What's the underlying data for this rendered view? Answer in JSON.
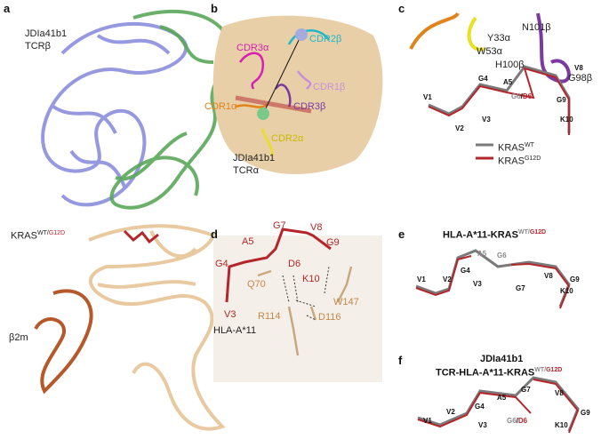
{
  "panels": {
    "a": "a",
    "b": "b",
    "c": "c",
    "d": "d",
    "e": "e",
    "f": "f"
  },
  "a": {
    "tcrb_1": "JDIa41b1",
    "tcrb_2": "TCRβ",
    "tcra_1": "JDIa41b1",
    "tcra_2": "TCRα",
    "kras": "KRAS",
    "kras_wt": "WT",
    "kras_sep": "/",
    "kras_mut": "G12D",
    "b2m": "β2m",
    "hla": "HLA-A*11"
  },
  "b": {
    "cdr2b": "CDR2β",
    "cdr3a": "CDR3α",
    "cdr1b": "CDR1β",
    "cdr1a": "CDR1α",
    "cdr3b": "CDR3β",
    "cdr2a": "CDR2α"
  },
  "c": {
    "y33a": "Y33α",
    "n101b": "N101β",
    "w53a": "W53α",
    "h100b": "H100β",
    "g98b": "G98β",
    "v8": "V8",
    "g4": "G4",
    "a5": "A5",
    "g6": "G6",
    "d6": "D6",
    "sep": "/",
    "g9": "G9",
    "v1": "V1",
    "v2": "V2",
    "v3": "V3",
    "k10": "K10",
    "legend": [
      {
        "label": "KRAS",
        "sup": "WT",
        "color": "#7a7a7a"
      },
      {
        "label": "KRAS",
        "sup": "G12D",
        "color": "#b3262b"
      }
    ]
  },
  "d": {
    "g7": "G7",
    "v8": "V8",
    "a5": "A5",
    "g9": "G9",
    "g4": "G4",
    "d6": "D6",
    "k10": "K10",
    "q70": "Q70",
    "w147": "W147",
    "v3": "V3",
    "r114": "R114",
    "d116": "D116"
  },
  "e": {
    "title": "HLA-A*11-KRAS",
    "title_sup_wt": "WT",
    "title_sep": "/",
    "title_sup_mut": "G12D",
    "a5": "A5",
    "g6": "G6",
    "g4": "G4",
    "v8": "V8",
    "g9": "G9",
    "g7": "G7",
    "v1": "V1",
    "v2": "V2",
    "v3": "V3",
    "k10": "K10"
  },
  "f": {
    "title_1": "JDIa41b1",
    "title_2": "TCR-HLA-A*11-KRAS",
    "title_sup_wt": "WT",
    "title_sep": "/",
    "title_sup_mut": "G12D",
    "g7": "G7",
    "v8": "V8",
    "a5": "A5",
    "g4": "G4",
    "g9": "G9",
    "g6": "G6",
    "d6": "D6",
    "sep": "/",
    "v1": "V1",
    "v2": "V2",
    "v3": "V3",
    "k10": "K10"
  },
  "colors": {
    "tcrb": "#8b8fdc",
    "tcra": "#5aa85a",
    "hla": "#e8c9a0",
    "b2m": "#b5582a",
    "peptide_mut": "#b3262b",
    "peptide_wt": "#7a7a7a",
    "surface": "#e9cfa8",
    "cdr3a": "#d81fb2",
    "cdr2b": "#1fb8c8",
    "cdr1b": "#c890d8",
    "cdr3b": "#7a3aa0",
    "cdr1a": "#e0831a",
    "cdr2a": "#e8e020"
  }
}
